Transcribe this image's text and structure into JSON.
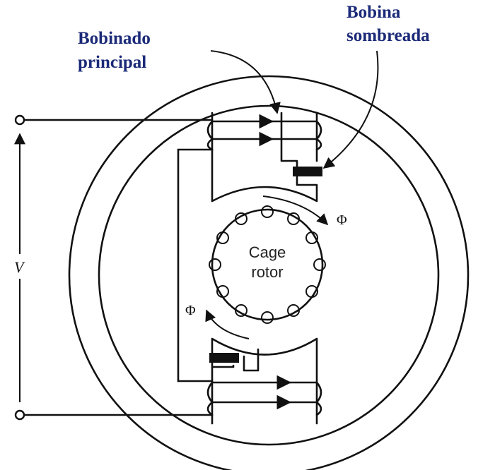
{
  "labels": {
    "main_winding_line1": "Bobinado",
    "main_winding_line2": "principal",
    "shading_coil_line1": "Bobina",
    "shading_coil_line2": "sombreada",
    "rotor_line1": "Cage",
    "rotor_line2": "rotor",
    "flux_symbol": "Φ",
    "voltage": "V"
  },
  "colors": {
    "label_blue": "#1b2a78",
    "line": "#111111"
  }
}
